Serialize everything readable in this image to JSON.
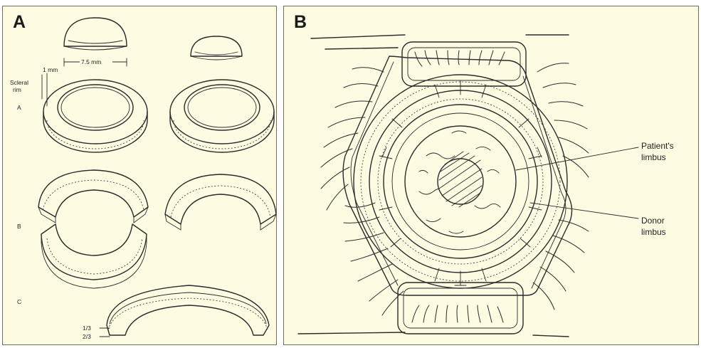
{
  "panel_a": {
    "letter": "A",
    "labels": {
      "width": "7.5 mm",
      "rim": "1 mm",
      "scleral_rim": [
        "Scleral",
        "rim"
      ],
      "row_a": "A",
      "row_b": "B",
      "row_c": "C",
      "depth_top": "1/3",
      "depth_bottom": "2/3"
    }
  },
  "panel_b": {
    "letter": "B",
    "labels": {
      "patient_limbus": [
        "Patient's",
        "limbus"
      ],
      "donor_limbus": [
        "Donor",
        "limbus"
      ]
    }
  },
  "colors": {
    "panel_background": "#fdfbe2",
    "border": "#6e6e5e",
    "ink": "#2b2b2b"
  }
}
